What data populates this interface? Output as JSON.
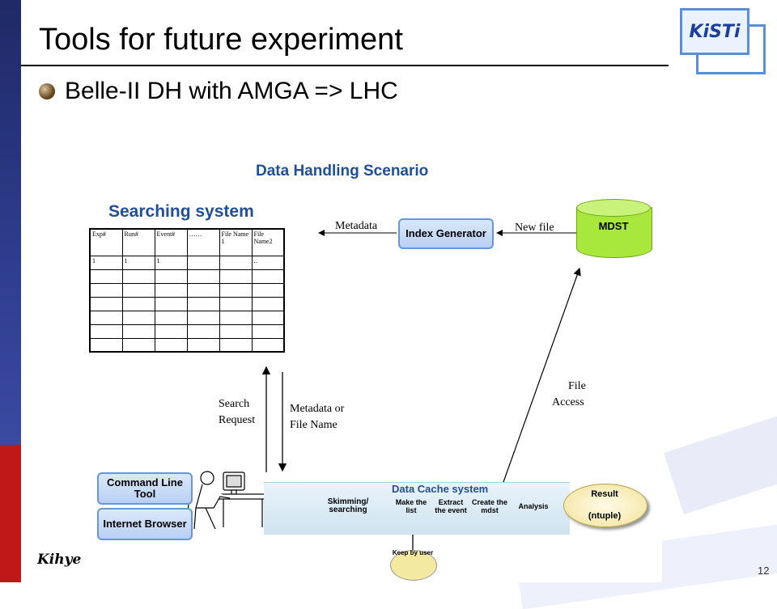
{
  "slide": {
    "title": "Tools for future experiment",
    "bullet": "Belle-II DH with AMGA => LHC",
    "page_number": "12",
    "author": "Kihye",
    "logo_text": "KiSTi"
  },
  "diagram": {
    "title": "Data Handling Scenario",
    "searching_system_title": "Searching system",
    "table": {
      "headers": [
        "Exp#",
        "Run#",
        "Event#",
        "……",
        "File Name 1",
        "File Name2"
      ],
      "rows": [
        [
          "1",
          "1",
          "1",
          "",
          "",
          ".."
        ],
        [
          "",
          "",
          "",
          "",
          "",
          ""
        ],
        [
          "",
          "",
          "",
          "",
          "",
          ""
        ],
        [
          "",
          "",
          "",
          "",
          "",
          ""
        ],
        [
          "",
          "",
          "",
          "",
          "",
          ""
        ],
        [
          "",
          "",
          "",
          "",
          "",
          ""
        ],
        [
          "",
          "",
          "",
          "",
          "",
          ""
        ]
      ]
    },
    "labels": {
      "metadata": "Metadata",
      "new_file": "New file",
      "search_request_1": "Search",
      "search_request_2": "Request",
      "metadata_or_1": "Metadata or",
      "metadata_or_2": "File Name",
      "file_access_1": "File",
      "file_access_2": "Access"
    },
    "index_generator": "Index Generator",
    "mdst": "MDST",
    "command_line_tool": "Command Line Tool",
    "internet_browser": "Internet Browser",
    "data_cache_system": "Data Cache system",
    "steps": {
      "skimming": "Skimming/ searching",
      "make_list": "Make the list",
      "extract": "Extract the event",
      "create": "Create the mdst",
      "analysis": "Analysis"
    },
    "result": "Result",
    "result_sub": "(ntuple)",
    "keep_by_user": "Keep by user"
  },
  "colors": {
    "accent_blue": "#1f4f9a",
    "left_bar_blue": "#2e3d8f",
    "left_bar_red": "#c01818",
    "mdst_green": "#a8e83c"
  }
}
